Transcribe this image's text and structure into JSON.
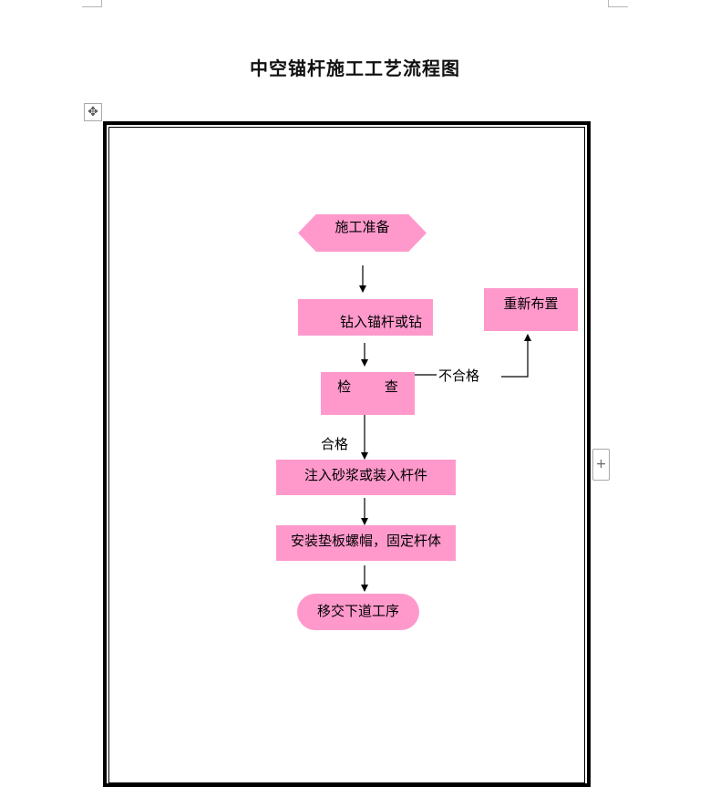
{
  "document": {
    "title": "中空锚杆施工工艺流程图"
  },
  "ui": {
    "table_move_handle_icon": "move-cross-arrows",
    "add_row_icon": "+"
  },
  "flowchart": {
    "fill_color": "#ff99cc",
    "line_color": "#000000",
    "nodes": {
      "prepare": "施工准备",
      "drill": "钻入锚杆或钻",
      "relayout": "重新布置",
      "check": "检 查",
      "grout": "注入砂浆或装入杆件",
      "plate": "安装垫板螺帽，固定杆体",
      "handover": "移交下道工序"
    },
    "edge_labels": {
      "fail": "不合格",
      "pass": "合格"
    }
  }
}
